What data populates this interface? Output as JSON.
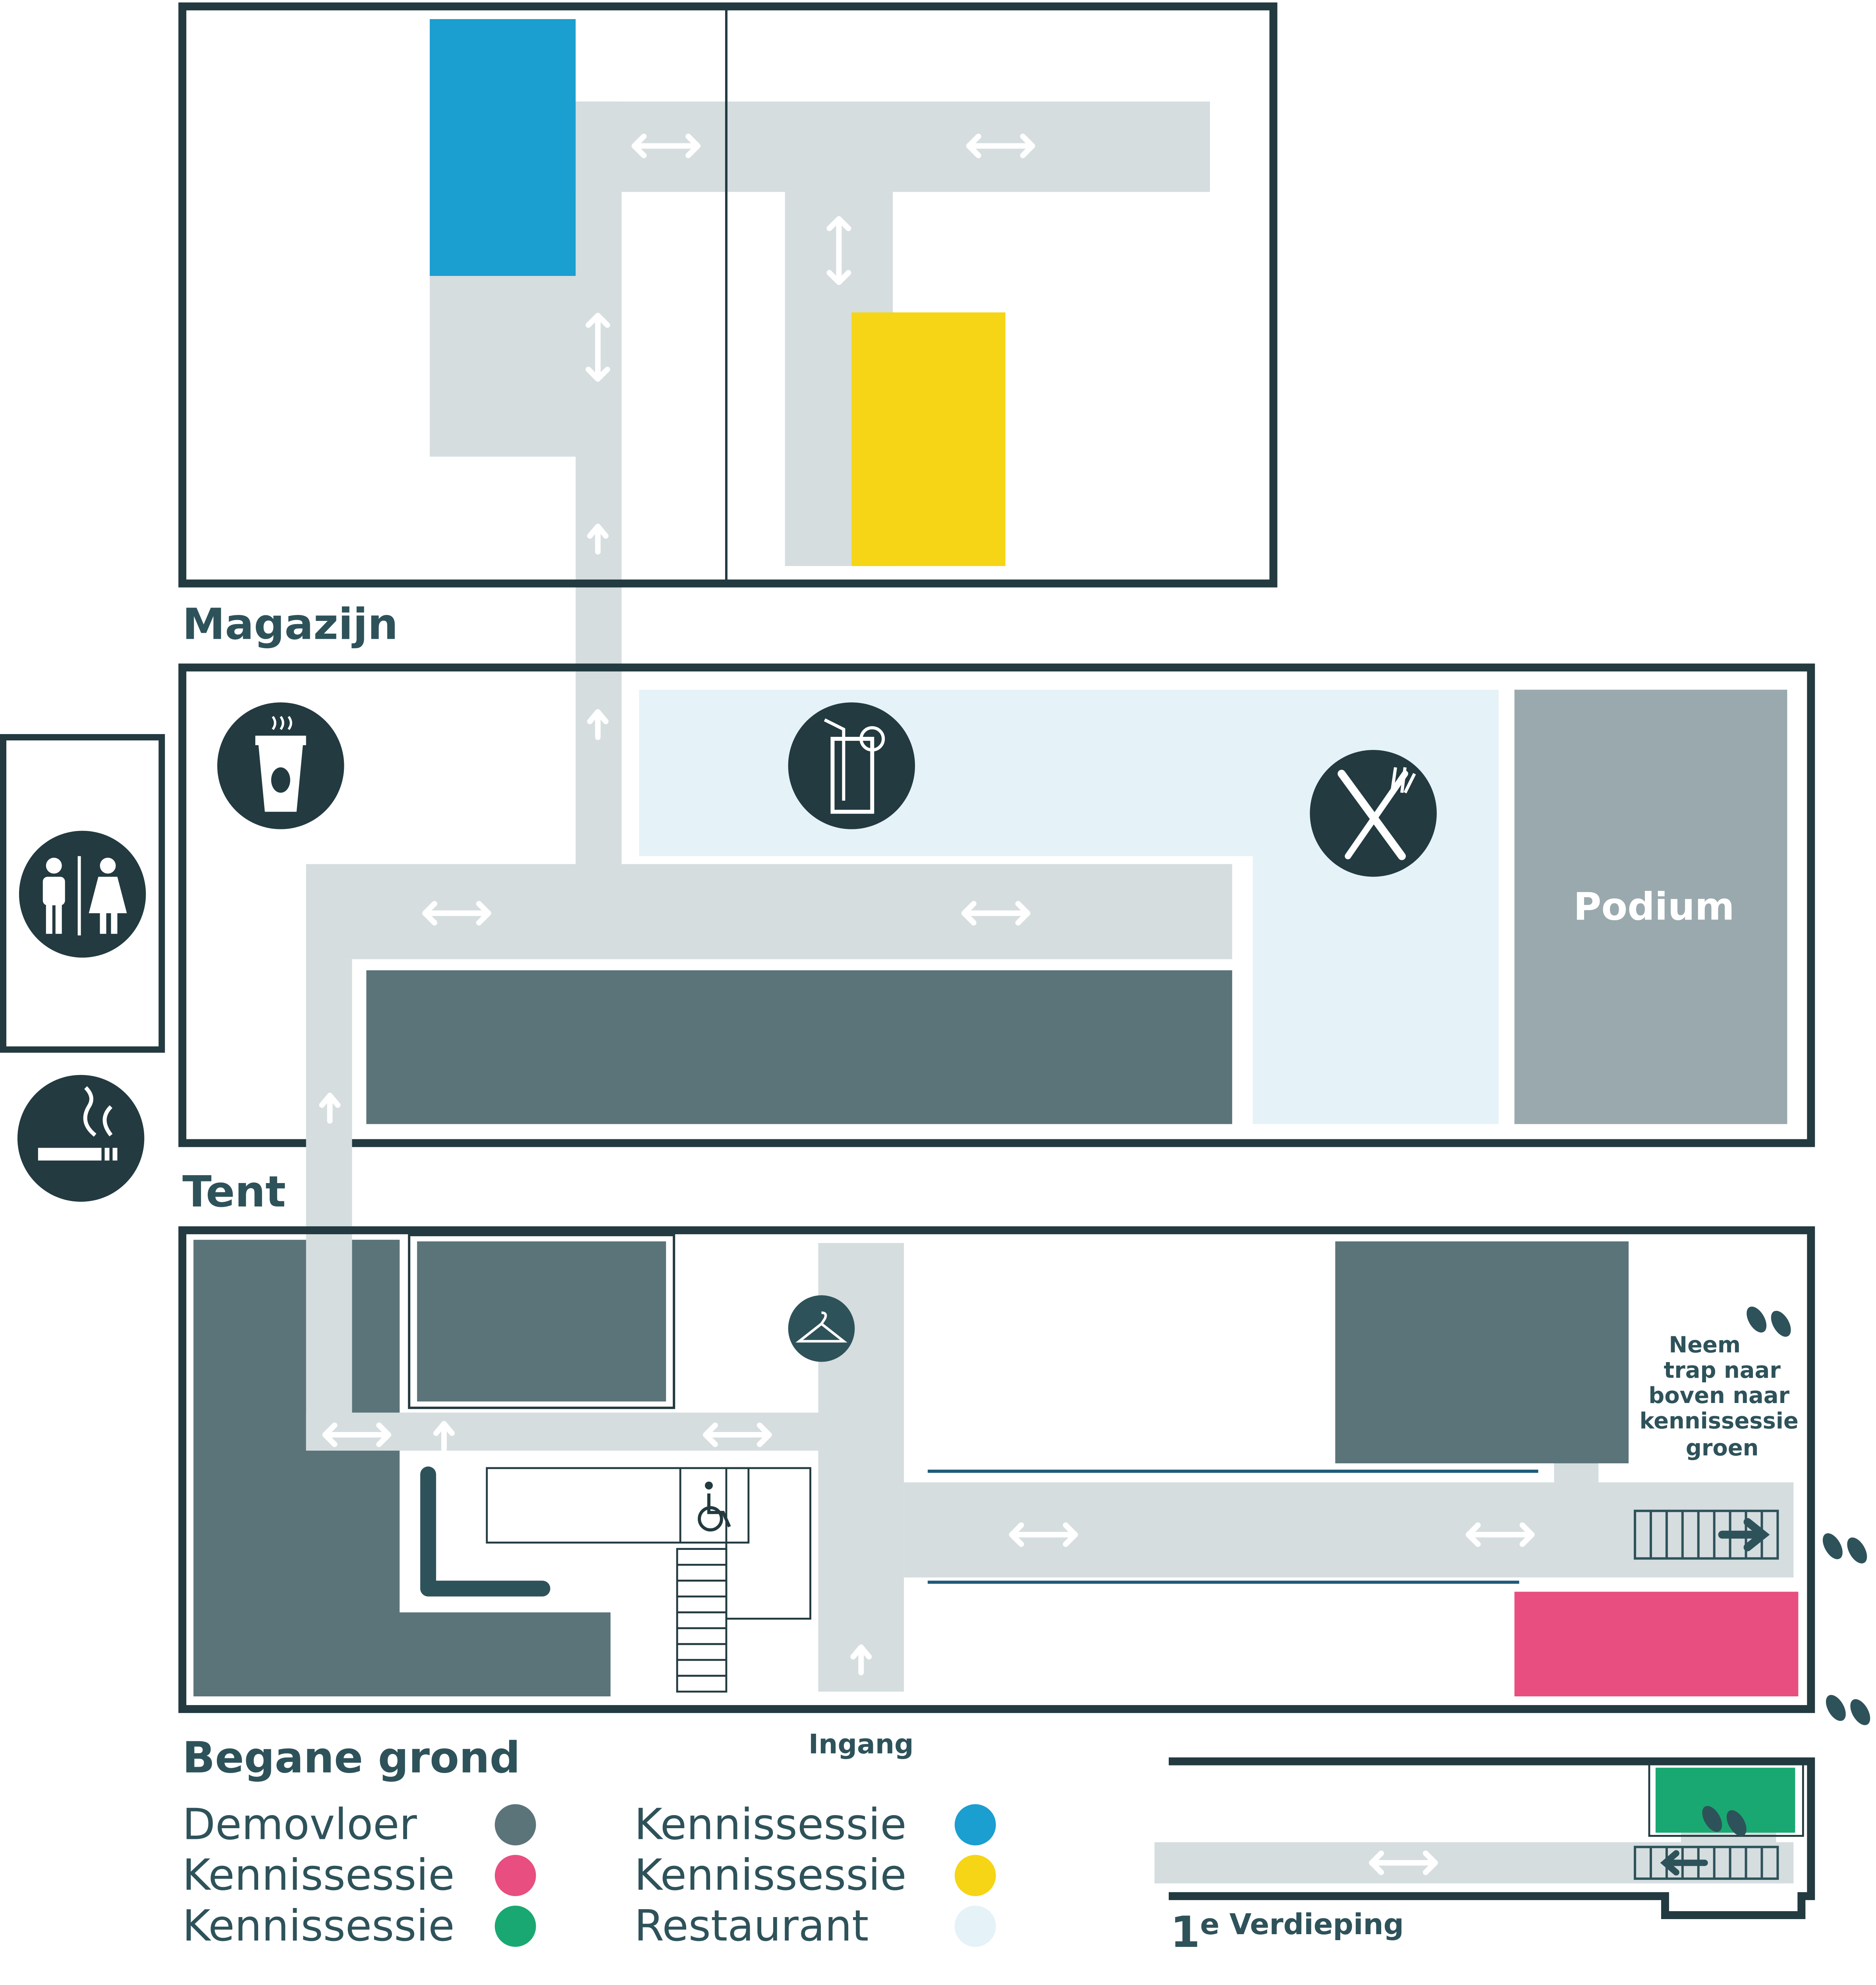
{
  "colors": {
    "wall": "#223a40",
    "corridor": "#d5dddf",
    "demovloer": "#5b7479",
    "kennissessie_pink": "#e94e80",
    "kennissessie_green": "#1aa872",
    "kennissessie_blue": "#1b9ed0",
    "kennissessie_yellow": "#f5d515",
    "restaurant": "#e5f2f8",
    "podium": "#9aa9ad",
    "arrow": "#ffffff"
  },
  "areas": {
    "magazijn": "Magazijn",
    "tent": "Tent",
    "begane_grond": "Begane grond",
    "verdieping": "e Verdieping",
    "verdieping_number": "1",
    "podium": "Podium",
    "ingang": "Ingang"
  },
  "note": {
    "lines": [
      "Neem",
      "trap naar",
      "boven naar",
      "kennissessie",
      "groen"
    ]
  },
  "icons": [
    "coffee-icon",
    "drink-icon",
    "cutlery-icon",
    "toilet-icon",
    "smoking-icon",
    "coat-hanger-icon",
    "wheelchair-icon",
    "footprints-icon",
    "stairs-icon"
  ],
  "legend": [
    {
      "label": "Demovloer",
      "color": "#5b7479"
    },
    {
      "label": "Kennissessie",
      "color": "#e94e80"
    },
    {
      "label": "Kennissessie",
      "color": "#1aa872"
    },
    {
      "label": "Kennissessie",
      "color": "#1b9ed0"
    },
    {
      "label": "Kennissessie",
      "color": "#f5d515"
    },
    {
      "label": "Restaurant",
      "color": "#e5f2f8"
    }
  ]
}
